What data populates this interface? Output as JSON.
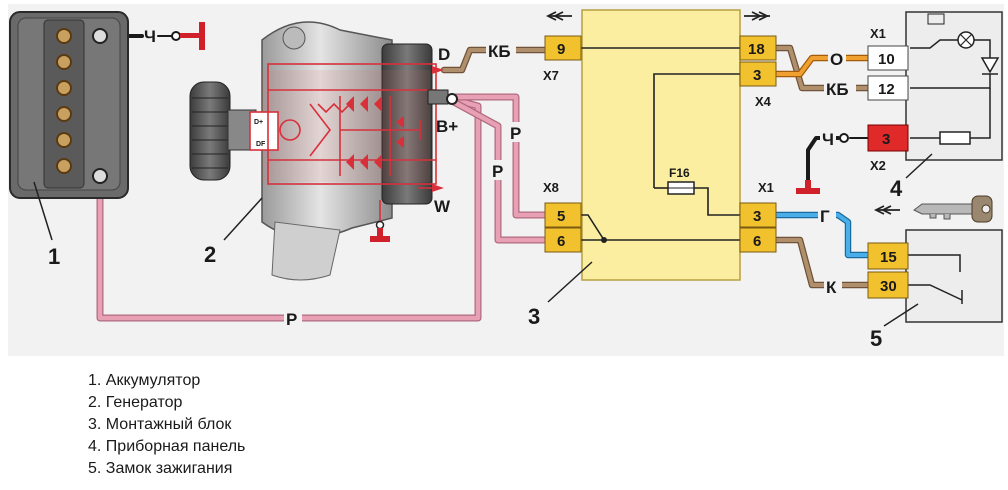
{
  "wire_labels": {
    "battery_plus": "Ч",
    "kb_top": "КБ",
    "o_top": "О",
    "kb_dash": "КБ",
    "ch_dash": "Ч",
    "r_upper": "Р",
    "r_lower": "Р",
    "r_bottom": "Р",
    "g_wire": "Г",
    "k_wire": "К"
  },
  "alternator_terminals": {
    "d": "D",
    "b_plus": "B+",
    "w": "W",
    "dplus": "D+",
    "df": "DF"
  },
  "connectors": {
    "x7": "X7",
    "x8": "X8",
    "x4": "X4",
    "x1_block": "X1",
    "x1_panel": "X1",
    "x2": "X2"
  },
  "pins": {
    "x7_9": "9",
    "x8_5": "5",
    "x8_6": "6",
    "x4_18": "18",
    "x4_3": "3",
    "x1_3": "3",
    "x1_6": "6",
    "panel_10": "10",
    "panel_12": "12",
    "panel_3": "3",
    "switch_15": "15",
    "switch_30": "30"
  },
  "fuse": "F16",
  "callouts": {
    "c1": "1",
    "c2": "2",
    "c3": "3",
    "c4": "4",
    "c5": "5"
  },
  "legend": [
    "1. Аккумулятор",
    "2. Генератор",
    "3. Монтажный блок",
    "4. Приборная панель",
    "5. Замок зажигания"
  ],
  "colors": {
    "pink_wire": "#e8a0b4",
    "brown_wire": "#9b7a5c",
    "orange_wire": "#e08a1e",
    "blue_wire": "#2a8fd0",
    "black_wire": "#1a1a1a",
    "block_fill": "#fbeea0",
    "pin_fill": "#f2c12e",
    "ground": "#d0202a",
    "red_pin": "#e02a2a"
  }
}
